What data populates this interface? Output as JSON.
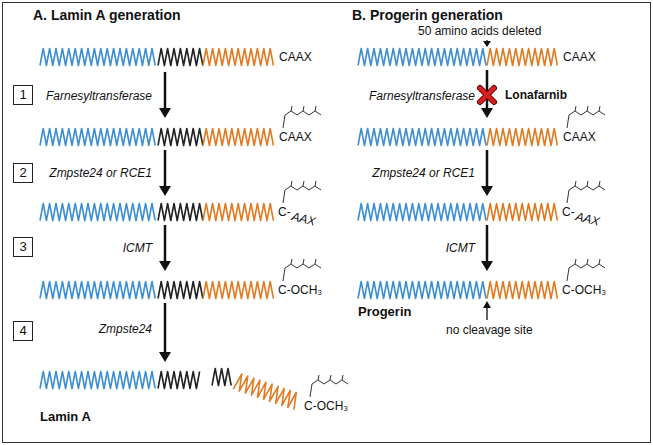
{
  "diagram": {
    "nodes": [
      {
        "text": [
          "1"
        ]
      },
      {
        "text": [
          "2"
        ]
      },
      {
        "text": [
          "3"
        ]
      },
      {
        "text": [
          "4"
        ]
      }
    ],
    "edges": [],
    "labels": [
      "A. Lamin A generation",
      "CAAX",
      "Farnesyltransferase",
      "CAAX",
      "Zmpste24 or RCE1",
      "C-",
      "AAX",
      "ICMT",
      "C-OCH₃",
      "Zmpste24",
      "C-OCH₃",
      "Lamin A",
      "B. Progerin generation",
      "50 amino acids deleted",
      "CAAX",
      "Lonafarnib",
      "Farnesyltransferase",
      "CAAX",
      "Zmpste24 or RCE1",
      "C-",
      "AAX",
      "ICMT",
      "C-OCH₃",
      "Progerin",
      "no cleavage site"
    ]
  }
}
